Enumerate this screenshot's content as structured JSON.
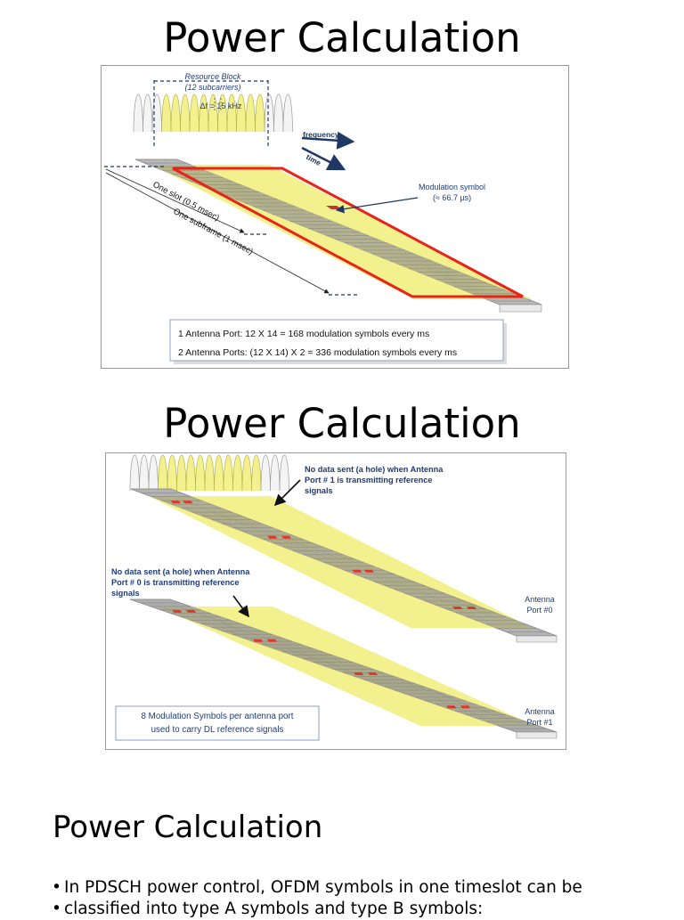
{
  "slide1": {
    "title": "Power Calculation",
    "figure": {
      "resource_block_line1": "Resource Block",
      "resource_block_line2": "(12 subcarriers)",
      "delta_f": "Δf = 15 kHz",
      "frequency_label": "frequency",
      "time_label": "time",
      "one_slot": "One slot (0.5 msec)",
      "one_subframe": "One subframe (1 msec)",
      "mod_symbol_line1": "Modulation symbol",
      "mod_symbol_line2": "(≈ 66.7 µs)",
      "note_line1": "1 Antenna Port: 12 X 14 = 168 modulation symbols every ms",
      "note_line2": "2 Antenna Ports: (12 X 14) X 2 = 336 modulation symbols every ms"
    }
  },
  "slide2": {
    "title": "Power Calculation",
    "figure": {
      "hole1_line1": "No data sent (a hole) when Antenna",
      "hole1_line2": "Port # 1 is transmitting reference",
      "hole1_line3": "signals",
      "hole0_line1": "No data sent (a hole) when Antenna",
      "hole0_line2": "Port # 0 is transmitting reference",
      "hole0_line3": "signals",
      "port0_line1": "Antenna",
      "port0_line2": "Port #0",
      "port1_line1": "Antenna",
      "port1_line2": "Port #1",
      "note_line1": "8 Modulation Symbols per antenna port",
      "note_line2": "used to carry DL reference signals"
    }
  },
  "slide3": {
    "title": "Power Calculation",
    "bullets": [
      "In PDSCH power control, OFDM symbols in one timeslot can be",
      "classified into type A symbols and type B symbols:"
    ]
  },
  "colors": {
    "grid_yellow": "#f3f08e",
    "highlight_red": "#e8231b",
    "arrow_navy": "#1f3864",
    "label_blue": "#1f3c7a",
    "grid_line": "#8a8a8a"
  }
}
